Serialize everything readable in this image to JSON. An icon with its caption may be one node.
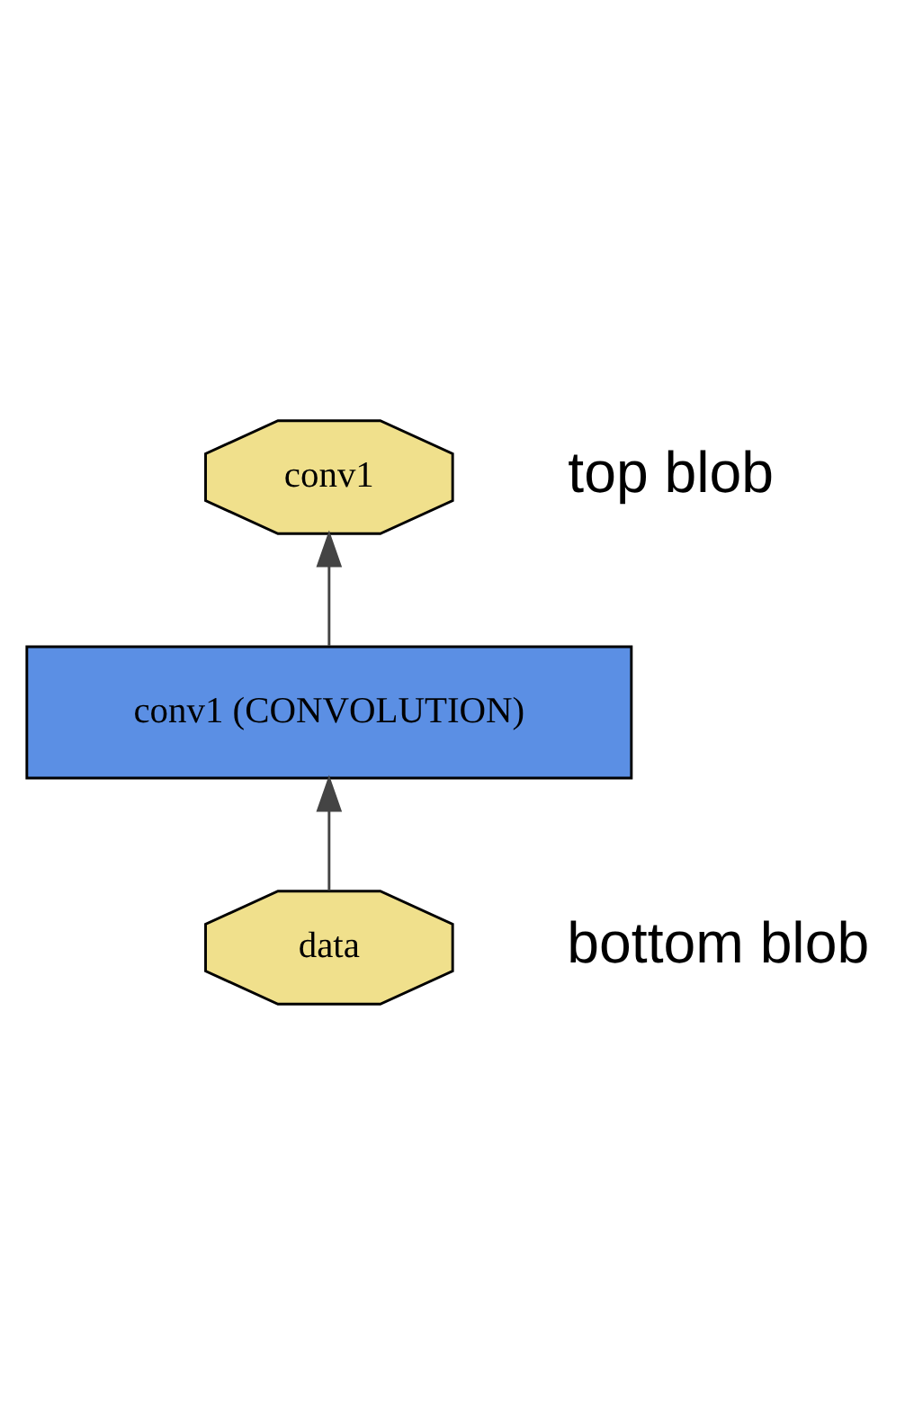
{
  "diagram": {
    "nodes": [
      {
        "text": [
          "conv1"
        ]
      },
      {
        "text": [
          "conv1 (CONVOLUTION)"
        ]
      },
      {
        "text": [
          "data"
        ]
      }
    ],
    "edges": [
      {
        "from": 2,
        "to": 1,
        "arrow": "to"
      },
      {
        "from": 1,
        "to": 0,
        "arrow": "to"
      }
    ],
    "labels": [
      "top blob",
      "bottom blob"
    ]
  }
}
